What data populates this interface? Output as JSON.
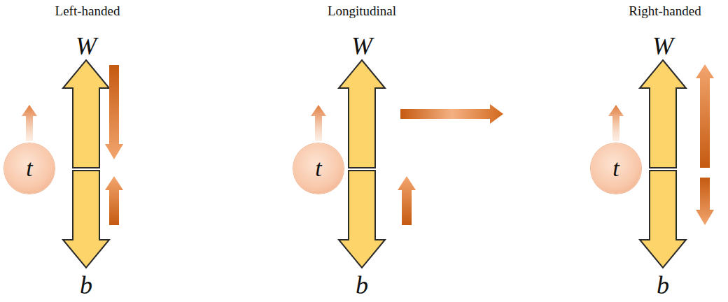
{
  "diagram": {
    "nodes": [
      {
        "text": [
          "t"
        ]
      },
      {
        "text": [
          "t"
        ]
      },
      {
        "text": [
          "t"
        ]
      }
    ],
    "labels": [
      "Left-handed",
      "W",
      "b",
      "Longitudinal",
      "W",
      "b",
      "Right-handed",
      "W",
      "b"
    ]
  }
}
